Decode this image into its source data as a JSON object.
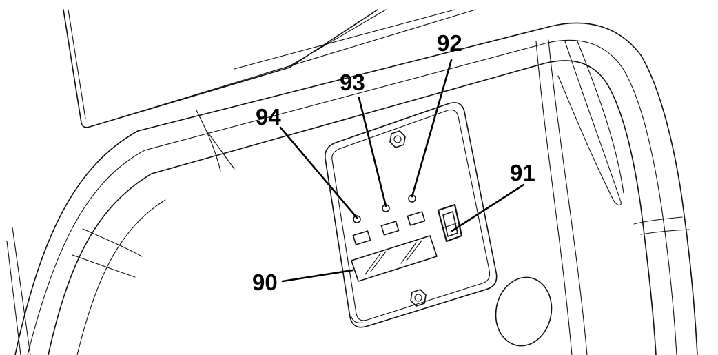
{
  "callouts": {
    "c90": "90",
    "c91": "91",
    "c92": "92",
    "c93": "93",
    "c94": "94"
  }
}
